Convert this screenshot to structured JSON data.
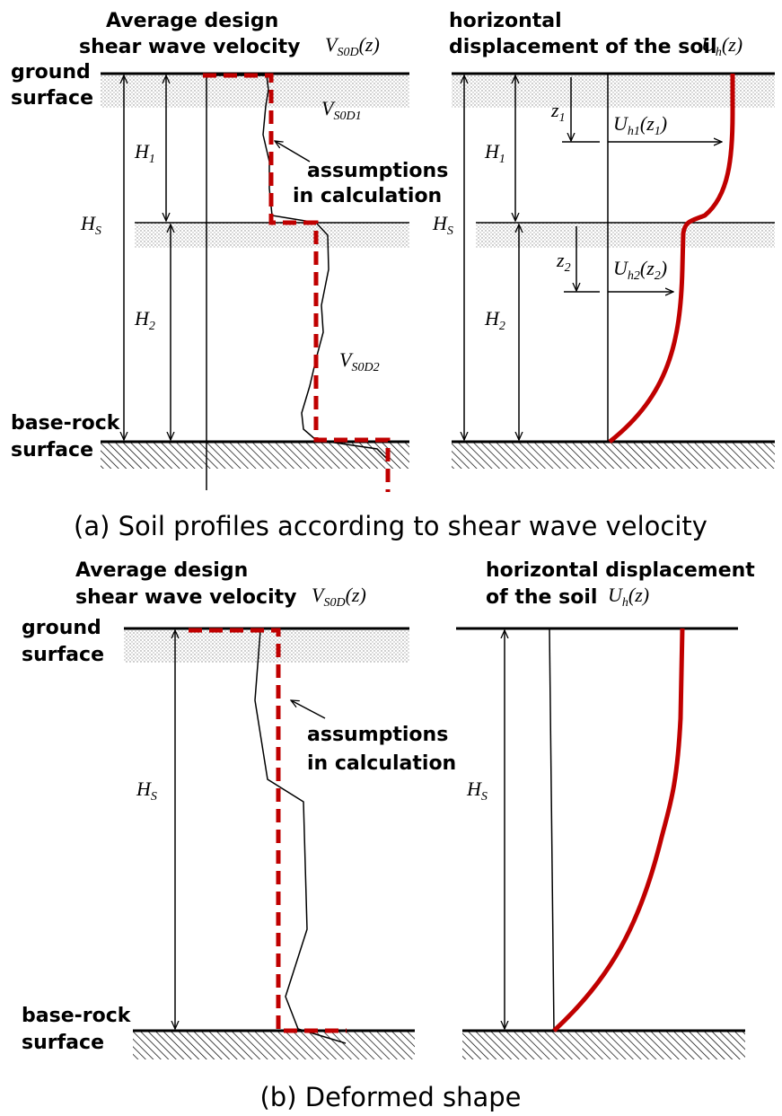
{
  "colors": {
    "assumption_line": "#c00000",
    "soil_profile_line": "#000000"
  },
  "panel_a": {
    "caption": "(a) Soil profiles according to shear wave velocity",
    "left_title_1": "Average design",
    "left_title_2": "shear wave velocity",
    "left_symbol_main": "V",
    "left_symbol_sub": "S0D",
    "left_symbol_arg": "(z)",
    "ground_1": "ground",
    "ground_2": "surface",
    "base_1": "base-rock",
    "base_2": "surface",
    "H1": {
      "main": "H",
      "sub": "1"
    },
    "H2": {
      "main": "H",
      "sub": "2"
    },
    "HS": {
      "main": "H",
      "sub": "S"
    },
    "vs1": {
      "main": "V",
      "sub": "S0D1"
    },
    "vs2": {
      "main": "V",
      "sub": "S0D2"
    },
    "assump_1": "assumptions",
    "assump_2": "in calculation",
    "right_title_1": "horizontal",
    "right_title_2": "displacement of the soil",
    "right_symbol_main": "U",
    "right_symbol_sub": "h",
    "right_symbol_arg": "(z)",
    "z1": {
      "main": "z",
      "sub": "1"
    },
    "z2": {
      "main": "z",
      "sub": "2"
    },
    "uh1": {
      "main": "U",
      "sub": "h1",
      "arg_open": "(z",
      "arg_sub": "1",
      "arg_close": ")"
    },
    "uh2": {
      "main": "U",
      "sub": "h2",
      "arg_open": "(z",
      "arg_sub": "2",
      "arg_close": ")"
    }
  },
  "panel_b": {
    "caption": "(b) Deformed shape",
    "left_title_1": "Average design",
    "left_title_2": "shear wave velocity",
    "left_symbol_main": "V",
    "left_symbol_sub": "S0D",
    "left_symbol_arg": "(z)",
    "ground_1": "ground",
    "ground_2": "surface",
    "base_1": "base-rock",
    "base_2": "surface",
    "HS": {
      "main": "H",
      "sub": "S"
    },
    "assump_1": "assumptions",
    "assump_2": "in calculation",
    "right_title_1": "horizontal displacement",
    "right_title_2": "of the soil",
    "right_symbol_main": "U",
    "right_symbol_sub": "h",
    "right_symbol_arg": "(z)"
  }
}
